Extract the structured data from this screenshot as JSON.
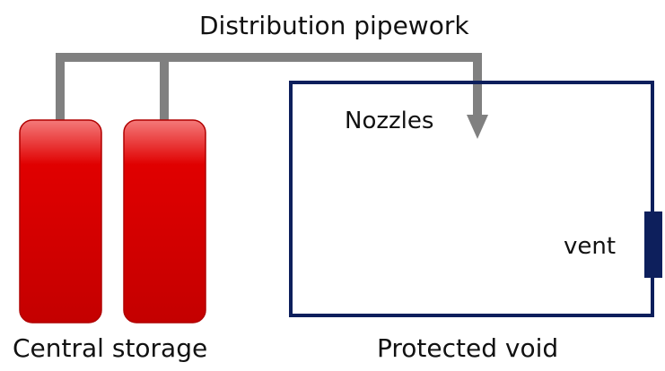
{
  "labels": {
    "pipework": "Distribution pipework",
    "nozzles": "Nozzles",
    "vent": "vent",
    "storage": "Central storage",
    "void": "Protected void"
  },
  "colors": {
    "pipe": "#808080",
    "cylinder": "#e00000",
    "cylinder_dark": "#b00000",
    "void_border": "#0d1f5c",
    "vent": "#0d1f5c"
  }
}
